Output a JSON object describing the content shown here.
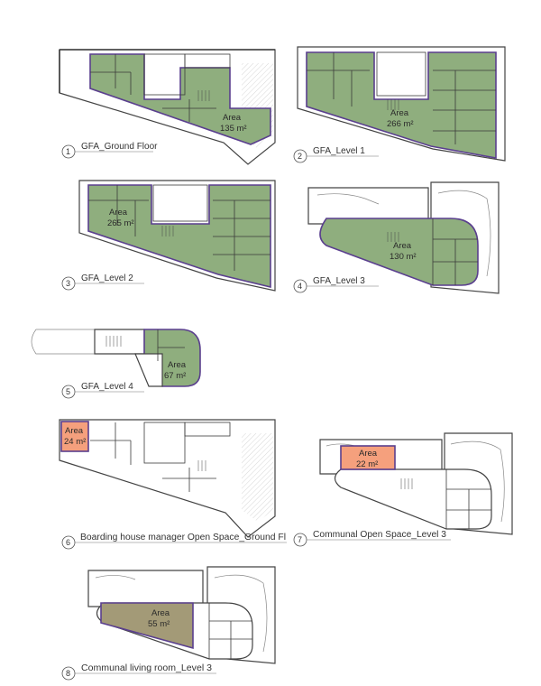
{
  "panels": [
    {
      "num": "1",
      "caption": "GFA_Ground Floor",
      "area_word": "Area",
      "area_value": "135 m²",
      "fill": "#8fae7e"
    },
    {
      "num": "2",
      "caption": "GFA_Level 1",
      "area_word": "Area",
      "area_value": "266 m²",
      "fill": "#8fae7e"
    },
    {
      "num": "3",
      "caption": "GFA_Level 2",
      "area_word": "Area",
      "area_value": "265 m²",
      "fill": "#8fae7e"
    },
    {
      "num": "4",
      "caption": "GFA_Level 3",
      "area_word": "Area",
      "area_value": "130 m²",
      "fill": "#8fae7e"
    },
    {
      "num": "5",
      "caption": "GFA_Level 4",
      "area_word": "Area",
      "area_value": "67 m²",
      "fill": "#8fae7e"
    },
    {
      "num": "6",
      "caption": "Boarding house manager Open Space_Ground Fl",
      "area_word": "Area",
      "area_value": "24 m²",
      "fill": "#f5a07d"
    },
    {
      "num": "7",
      "caption": "Communal Open Space_Level 3",
      "area_word": "Area",
      "area_value": "22 m²",
      "fill": "#f5a07d"
    },
    {
      "num": "8",
      "caption": "Communal living room_Level 3",
      "area_word": "Area",
      "area_value": "55 m²",
      "fill": "#a39a77"
    }
  ]
}
